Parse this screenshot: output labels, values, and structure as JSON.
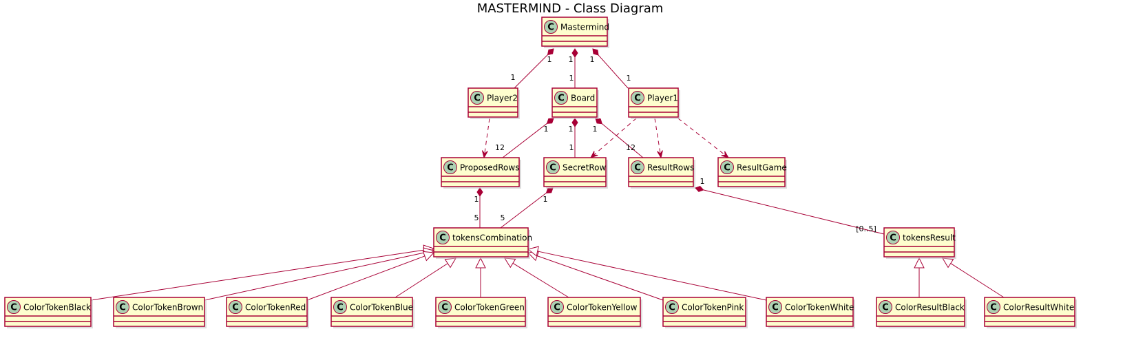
{
  "title": "MASTERMIND - Class Diagram",
  "colors": {
    "class_fill": "#FEFECE",
    "class_border": "#A80036",
    "spot_fill": "#ADD1B2",
    "spot_letter": "C"
  },
  "classes": {
    "mastermind": "Mastermind",
    "player2": "Player2",
    "board": "Board",
    "player1": "Player1",
    "proposedRows": "ProposedRows",
    "secretRow": "SecretRow",
    "resultRows": "ResultRows",
    "resultGame": "ResultGame",
    "tokensCombination": "tokensCombination",
    "tokensResult": "tokensResult",
    "colorTokenBlack": "ColorTokenBlack",
    "colorTokenBrown": "ColorTokenBrown",
    "colorTokenRed": "ColorTokenRed",
    "colorTokenBlue": "ColorTokenBlue",
    "colorTokenGreen": "ColorTokenGreen",
    "colorTokenYellow": "ColorTokenYellow",
    "colorTokenPink": "ColorTokenPink",
    "colorTokenWhite": "ColorTokenWhite",
    "colorResultBlack": "ColorResultBlack",
    "colorResultWhite": "ColorResultWhite"
  },
  "relations": [
    {
      "type": "composition",
      "from": "mastermind",
      "to": "player2",
      "from_mult": "1",
      "to_mult": "1"
    },
    {
      "type": "composition",
      "from": "mastermind",
      "to": "board",
      "from_mult": "1",
      "to_mult": "1"
    },
    {
      "type": "composition",
      "from": "mastermind",
      "to": "player1",
      "from_mult": "1",
      "to_mult": "1"
    },
    {
      "type": "composition",
      "from": "board",
      "to": "proposedRows",
      "from_mult": "1",
      "to_mult": "12"
    },
    {
      "type": "composition",
      "from": "board",
      "to": "secretRow",
      "from_mult": "1",
      "to_mult": "1"
    },
    {
      "type": "composition",
      "from": "board",
      "to": "resultRows",
      "from_mult": "1",
      "to_mult": "12"
    },
    {
      "type": "composition",
      "from": "proposedRows",
      "to": "tokensCombination",
      "from_mult": "1",
      "to_mult": "5"
    },
    {
      "type": "composition",
      "from": "secretRow",
      "to": "tokensCombination",
      "from_mult": "1",
      "to_mult": "5"
    },
    {
      "type": "composition",
      "from": "resultRows",
      "to": "tokensResult",
      "from_mult": "1",
      "to_mult": "[0..5]"
    },
    {
      "type": "dependency",
      "from": "player2",
      "to": "proposedRows"
    },
    {
      "type": "dependency",
      "from": "player1",
      "to": "secretRow"
    },
    {
      "type": "dependency",
      "from": "player1",
      "to": "resultRows"
    },
    {
      "type": "dependency",
      "from": "player1",
      "to": "resultGame"
    },
    {
      "type": "inheritance",
      "from": "colorTokenBlack",
      "to": "tokensCombination"
    },
    {
      "type": "inheritance",
      "from": "colorTokenBrown",
      "to": "tokensCombination"
    },
    {
      "type": "inheritance",
      "from": "colorTokenRed",
      "to": "tokensCombination"
    },
    {
      "type": "inheritance",
      "from": "colorTokenBlue",
      "to": "tokensCombination"
    },
    {
      "type": "inheritance",
      "from": "colorTokenGreen",
      "to": "tokensCombination"
    },
    {
      "type": "inheritance",
      "from": "colorTokenYellow",
      "to": "tokensCombination"
    },
    {
      "type": "inheritance",
      "from": "colorTokenPink",
      "to": "tokensCombination"
    },
    {
      "type": "inheritance",
      "from": "colorTokenWhite",
      "to": "tokensCombination"
    },
    {
      "type": "inheritance",
      "from": "colorResultBlack",
      "to": "tokensResult"
    },
    {
      "type": "inheritance",
      "from": "colorResultWhite",
      "to": "tokensResult"
    }
  ]
}
